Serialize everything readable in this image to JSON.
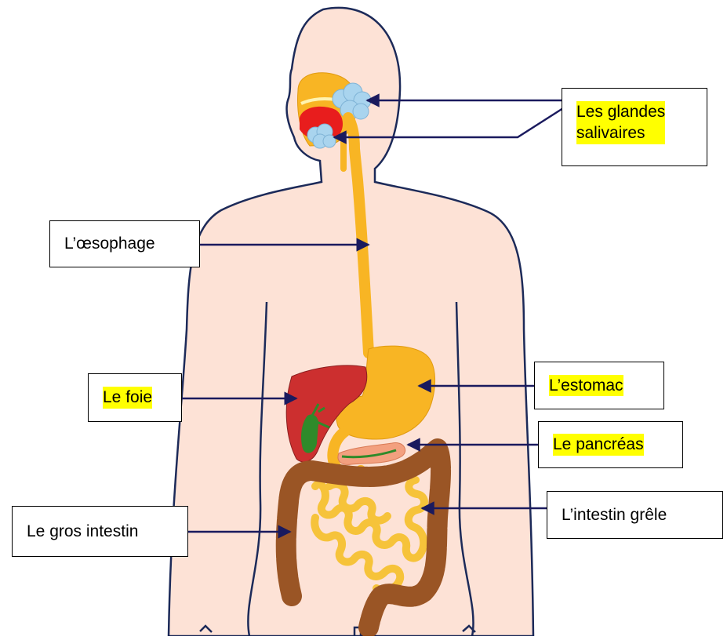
{
  "colors": {
    "skin": "#fde2d6",
    "outline": "#1c2a59",
    "esophagus": "#f8b524",
    "liver": "#cc2f2f",
    "gallbladder": "#2f8a2a",
    "pancreas": "#f3a07f",
    "colon": "#9a5525",
    "small_intestine": "#f6c33a",
    "tongue": "#e81d1d",
    "salivary": "#a9d4ee",
    "highlight": "#ffff00",
    "arrow": "#1a1a5e"
  },
  "labels": {
    "glandes": {
      "text": "Les glandes\nsalivaires",
      "highlighted": true
    },
    "oesophage": {
      "text": "L’œsophage",
      "highlighted": false
    },
    "foie": {
      "text": "Le foie",
      "highlighted": true
    },
    "estomac": {
      "text": "L’estomac",
      "highlighted": true
    },
    "pancreas": {
      "text": "Le pancréas",
      "highlighted": true
    },
    "intestin_grele": {
      "text": "L’intestin grêle",
      "highlighted": false
    },
    "gros_intestin": {
      "text": "Le gros intestin",
      "highlighted": false
    }
  }
}
